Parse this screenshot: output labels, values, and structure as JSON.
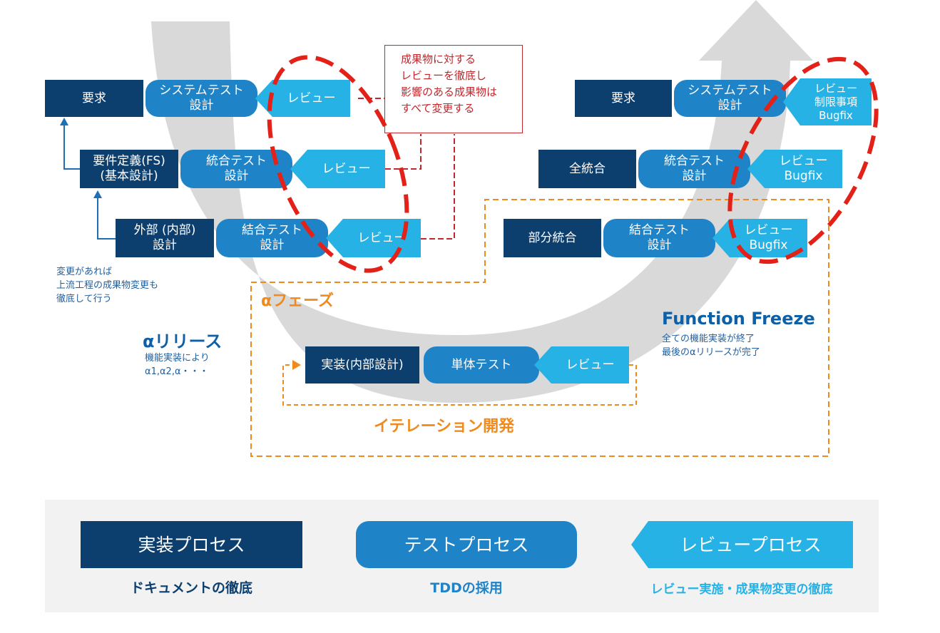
{
  "left": {
    "row1": {
      "req": "要求",
      "test": "システムテスト\n設計",
      "review": "レビュー"
    },
    "row2": {
      "req": "要件定義(FS)\n(基本設計)",
      "test": "統合テスト\n設計",
      "review": "レビュー"
    },
    "row3": {
      "req": "外部 (内部)\n設計",
      "test": "結合テスト\n設計",
      "review": "レビュー"
    },
    "note": "変更があれば\n上流工程の成果物変更も\n徹底して行う"
  },
  "callout": "成果物に対する\nレビューを徹底し\n影響のある成果物は\nすべて変更する",
  "right": {
    "row1": {
      "req": "要求",
      "test": "システムテスト\n設計",
      "review": "レビュー\n制限事項\nBugfix"
    },
    "row2": {
      "req": "全統合",
      "test": "統合テスト\n設計",
      "review": "レビュー\nBugfix"
    },
    "row3": {
      "req": "部分統合",
      "test": "結合テスト\n設計",
      "review": "レビュー\nBugfix"
    }
  },
  "alpha_phase": "αフェーズ",
  "alpha_release": {
    "title": "αリリース",
    "desc": "機能実装により\nα1,α2,α・・・"
  },
  "function_freeze": {
    "title": "Function Freeze",
    "desc": "全ての機能実装が終了\n最後のαリリースが完了"
  },
  "iteration": {
    "impl": "実装(内部設計)",
    "test": "単体テスト",
    "review": "レビュー",
    "label": "イテレーション開発"
  },
  "legend": {
    "impl": {
      "label": "実装プロセス",
      "desc": "ドキュメントの徹底"
    },
    "test": {
      "label": "テストプロセス",
      "desc": "TDDの採用"
    },
    "review": {
      "label": "レビュープロセス",
      "desc": "レビュー実施・成果物変更の徹底"
    }
  },
  "colors": {
    "dark": "#0d3f6e",
    "test": "#1f83c8",
    "review": "#27b2e6",
    "orange": "#f08a1c",
    "red": "#e32118"
  }
}
